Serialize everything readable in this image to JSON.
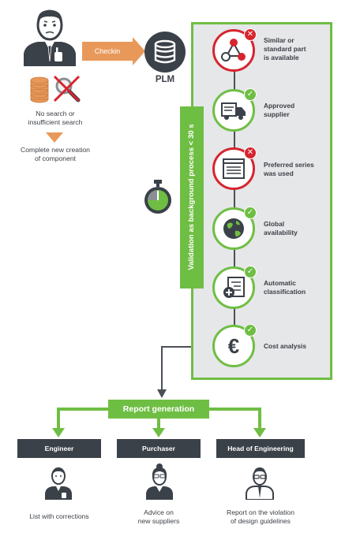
{
  "colors": {
    "green": "#6fbe44",
    "red": "#d6252f",
    "dark": "#3b4148",
    "orange": "#e8995a",
    "panel": "#e5e7e9"
  },
  "icons": {
    "engineer": "engineer-icon",
    "coins": "coins-icon",
    "no_search": "crossed-magnifier-icon",
    "database": "database-icon",
    "stopwatch": "stopwatch-icon"
  },
  "checkin_label": "Checkin",
  "plm_label": "PLM",
  "no_search_text": [
    "No search or",
    "insufficient search"
  ],
  "new_creation_text": [
    "Complete new creation",
    "of component"
  ],
  "validation_label": "Validation as background process < 30 s",
  "steps": [
    {
      "label": [
        "Similar or",
        "standard part",
        "is available"
      ],
      "status": "fail",
      "icon": "molecule-icon"
    },
    {
      "label": [
        "Approved",
        "supplier"
      ],
      "status": "ok",
      "icon": "truck-icon"
    },
    {
      "label": [
        "Preferred series",
        "was used"
      ],
      "status": "fail",
      "icon": "catalog-icon"
    },
    {
      "label": [
        "Global",
        "availability"
      ],
      "status": "ok",
      "icon": "globe-icon"
    },
    {
      "label": [
        "Automatic",
        "classification"
      ],
      "status": "ok",
      "icon": "classification-icon"
    },
    {
      "label": [
        "Cost analysis"
      ],
      "status": "ok",
      "icon": "euro-icon"
    }
  ],
  "report_generation": "Report generation",
  "roles": [
    {
      "title": "Engineer",
      "text": [
        "List with corrections"
      ],
      "icon": "engineer-icon"
    },
    {
      "title": "Purchaser",
      "text": [
        "Advice on",
        "new suppliers"
      ],
      "icon": "purchaser-icon"
    },
    {
      "title": "Head of Engineering",
      "text": [
        "Report on the violation",
        "of design guidelines"
      ],
      "icon": "head-of-engineering-icon"
    }
  ]
}
